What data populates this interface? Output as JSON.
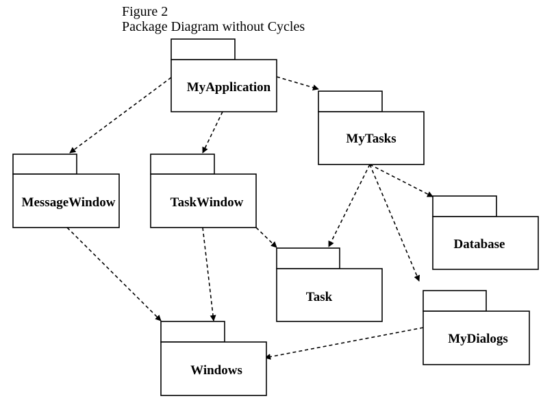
{
  "caption": {
    "figure": "Figure 2",
    "title": "Package Diagram without Cycles"
  },
  "packages": {
    "my_application": "MyApplication",
    "my_tasks": "MyTasks",
    "message_window": "MessageWindow",
    "task_window": "TaskWindow",
    "database": "Database",
    "task": "Task",
    "my_dialogs": "MyDialogs",
    "windows": "Windows"
  },
  "dependencies": [
    [
      "my_application",
      "message_window"
    ],
    [
      "my_application",
      "task_window"
    ],
    [
      "my_application",
      "my_tasks"
    ],
    [
      "my_tasks",
      "task"
    ],
    [
      "my_tasks",
      "database"
    ],
    [
      "my_tasks",
      "my_dialogs"
    ],
    [
      "task_window",
      "task"
    ],
    [
      "task_window",
      "windows"
    ],
    [
      "message_window",
      "windows"
    ],
    [
      "my_dialogs",
      "windows"
    ]
  ]
}
